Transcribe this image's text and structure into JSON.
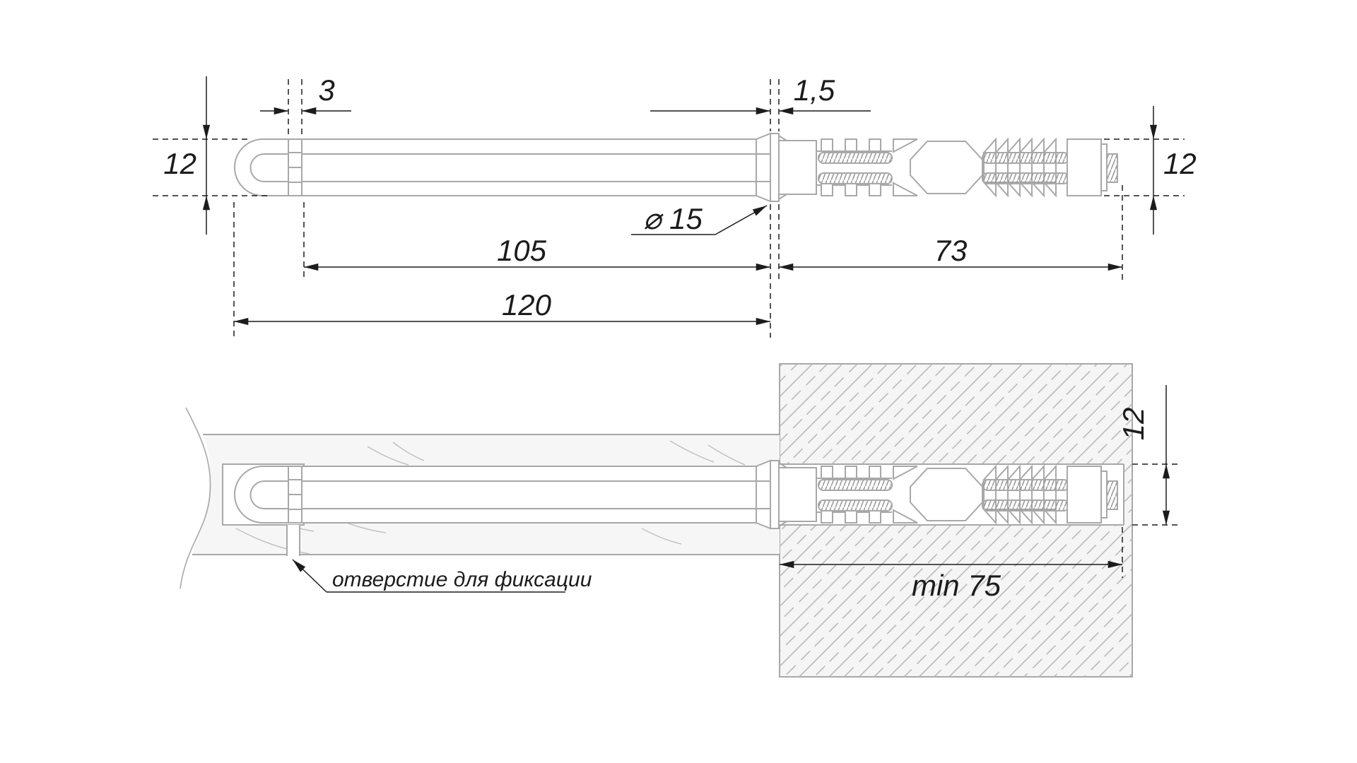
{
  "drawing": {
    "top_view": {
      "dims": {
        "groove_width": "3",
        "flange_thickness": "1,5",
        "diameter_left": "12",
        "diameter_right": "12",
        "flange_diameter": "⌀ 15",
        "pin_length": "105",
        "anchor_length": "73",
        "total_length": "120"
      }
    },
    "section_view": {
      "fixation_hole_label": "отверстие для фиксации",
      "min_embedment": "min 75",
      "hole_diameter": "12"
    },
    "colors": {
      "part_outline": "#a8a8a8",
      "panel_fill": "#f6f6f6",
      "wall_fill": "#f5f5f5",
      "hatch_line": "#b5b5b5",
      "dimension": "#1c1c1c",
      "background": "#ffffff"
    }
  }
}
